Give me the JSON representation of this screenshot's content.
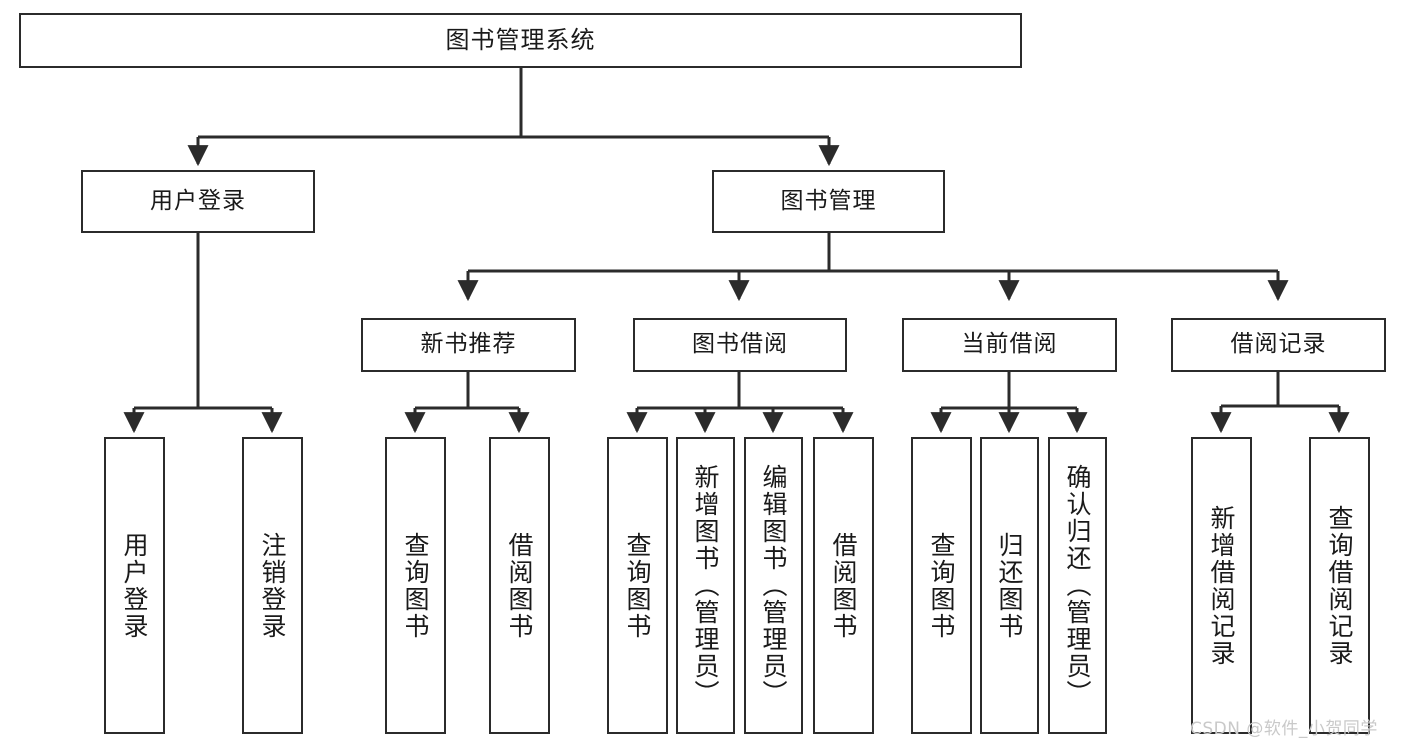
{
  "diagram": {
    "title": "图书管理系统",
    "type": "tree-hierarchy-chart",
    "colors": {
      "box_border": "#2b2b2b",
      "connector": "#2b2b2b",
      "background": "#ffffff",
      "watermark": "#c9c9c9"
    },
    "root": {
      "label": "图书管理系统"
    },
    "level2": [
      {
        "label": "用户登录"
      },
      {
        "label": "图书管理"
      }
    ],
    "level3": [
      {
        "label": "新书推荐"
      },
      {
        "label": "图书借阅"
      },
      {
        "label": "当前借阅"
      },
      {
        "label": "借阅记录"
      }
    ],
    "leaves": {
      "user_login": [
        {
          "label": "用户登录"
        },
        {
          "label": "注销登录"
        }
      ],
      "new_book_recommend": [
        {
          "label": "查询图书"
        },
        {
          "label": "借阅图书"
        }
      ],
      "book_borrow": [
        {
          "label": "查询图书"
        },
        {
          "label": "新增图书（管理员）"
        },
        {
          "label": "编辑图书（管理员）"
        },
        {
          "label": "借阅图书"
        }
      ],
      "current_borrow": [
        {
          "label": "查询图书"
        },
        {
          "label": "归还图书"
        },
        {
          "label": "确认归还（管理员）"
        }
      ],
      "borrow_record": [
        {
          "label": "新增借阅记录"
        },
        {
          "label": "查询借阅记录"
        }
      ]
    },
    "watermark": "CSDN @软件_小贺同学"
  }
}
